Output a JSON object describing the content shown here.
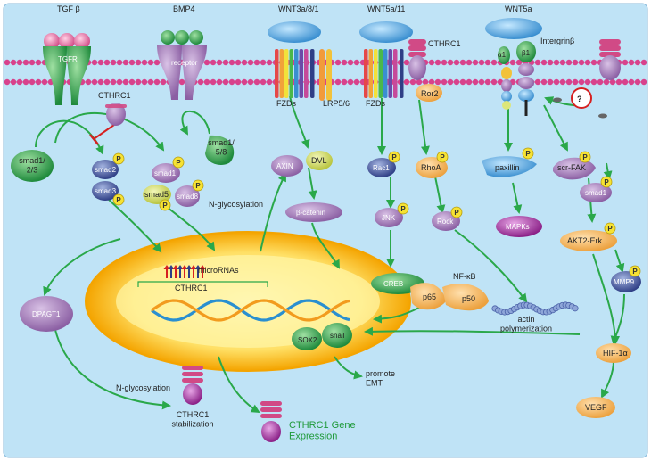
{
  "diagram": {
    "ligands": {
      "tgfb": "TGF β",
      "bmp4": "BMP4",
      "wnt3a": "WNT3a/8/1",
      "wnt5a11": "WNT5a/11",
      "wnt5a": "WNT5a"
    },
    "receptors": {
      "tgfr": "TGFR",
      "bmp_receptor": "receptor",
      "fzds_1": "FZDs",
      "lrp": "LRP5/6",
      "fzds_2": "FZDs",
      "cthrc1_top": "CTHRC1",
      "ror2": "Ror2",
      "integrin": "Intergrinβ",
      "alpha1": "α1",
      "beta1": "β1",
      "unknown": "?"
    },
    "cytoplasm": {
      "cthrc1_mem": "CTHRC1",
      "smad23": "smad1/\n2/3",
      "smad2": "smad2",
      "smad3": "smad3",
      "smad1": "smad1",
      "smad5": "smad5",
      "smad8": "smad8",
      "smad158": "smad1/\n5/8",
      "axin": "AXIN",
      "dvl": "DVL",
      "nglyco1": "N-glycosylation",
      "bcatenin": "β-catenin",
      "rac1": "Rac1",
      "jnk": "JNK",
      "creb": "CREB",
      "rhoa": "RhoA",
      "rock": "Rock",
      "nfkb": "NF-κB",
      "p65": "p65",
      "p50": "p50",
      "actin": "actin\npolymerization",
      "paxillin": "paxillin",
      "mapks": "MAPKs",
      "srcfak": "scr-FAK",
      "smad1_r": "smad1",
      "akt": "AKT2-Erk",
      "mmp9": "MMP9",
      "hif": "HIF-1α",
      "vegf": "VEGF",
      "dpagt1": "DPAGT1",
      "nglyco2": "N-glycosylation",
      "stabil": "CTHRC1\nstabilization",
      "p": "P"
    },
    "nucleus": {
      "micrornas": "microRNAs",
      "cthrc1": "CTHRC1",
      "sox2": "SOX2",
      "snail": "snail"
    },
    "outputs": {
      "emt": "promote\nEMT",
      "expression": "CTHRC1 Gene\nExpression"
    }
  }
}
